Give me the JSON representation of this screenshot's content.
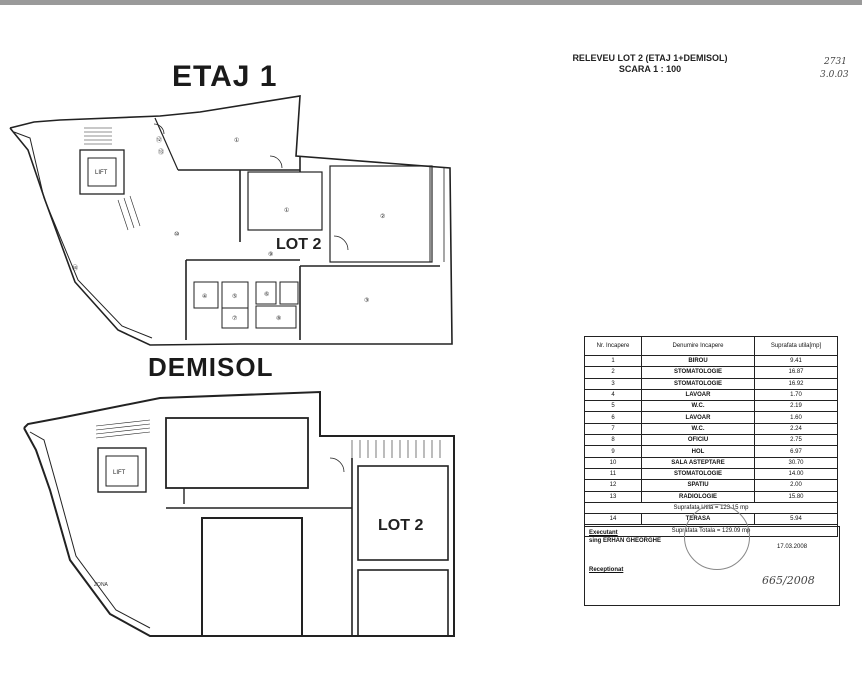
{
  "header": {
    "title_line1": "RELEVEU LOT 2 (ETAJ 1+DEMISOL)",
    "title_line2": "SCARA 1 : 100",
    "handwritten_top_a": "2731",
    "handwritten_top_b": "3.0.03"
  },
  "plans": {
    "etaj": {
      "title": "ETAJ 1",
      "lot_label": "LOT 2",
      "lift_label": "LIFT"
    },
    "demisol": {
      "title": "DEMISOL",
      "lot_label": "LOT 2",
      "lift_label": "LIFT"
    }
  },
  "room_table": {
    "columns": [
      "Nr. Incapere",
      "Denumire Incapere",
      "Suprafata utila[mp]"
    ],
    "rows": [
      {
        "nr": "1",
        "name": "BIROU",
        "area": "9.41"
      },
      {
        "nr": "2",
        "name": "STOMATOLOGIE",
        "area": "16.87"
      },
      {
        "nr": "3",
        "name": "STOMATOLOGIE",
        "area": "16.92"
      },
      {
        "nr": "4",
        "name": "LAVOAR",
        "area": "1.70"
      },
      {
        "nr": "5",
        "name": "W.C.",
        "area": "2.19"
      },
      {
        "nr": "6",
        "name": "LAVOAR",
        "area": "1.60"
      },
      {
        "nr": "7",
        "name": "W.C.",
        "area": "2.24"
      },
      {
        "nr": "8",
        "name": "OFICIU",
        "area": "2.75"
      },
      {
        "nr": "9",
        "name": "HOL",
        "area": "6.97"
      },
      {
        "nr": "10",
        "name": "SALA ASTEPTARE",
        "area": "30.70"
      },
      {
        "nr": "11",
        "name": "STOMATOLOGIE",
        "area": "14.00"
      },
      {
        "nr": "12",
        "name": "SPATIU",
        "area": "2.00"
      },
      {
        "nr": "13",
        "name": "RADIOLOGIE",
        "area": "15.80"
      }
    ],
    "subtotal": "Suprafata Utila = 123.15 mp",
    "terasa": {
      "nr": "14",
      "name": "TERASA",
      "area": "5.94"
    },
    "total": "Suprafata Totala = 129.09 mp"
  },
  "signature": {
    "executant_label": "Executant",
    "executant_name": "sing ERHAN GHEORGHE",
    "date": "17.03.2008",
    "receptionat_label": "Receptionat",
    "handwritten_note": "665/2008"
  }
}
